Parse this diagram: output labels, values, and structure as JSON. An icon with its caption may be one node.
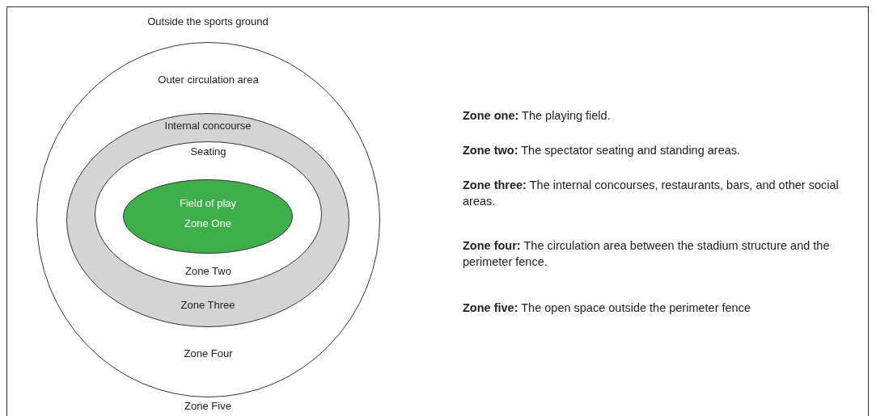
{
  "diagram": {
    "nodes": [
      {
        "text": [
          "Outside the sports ground",
          "Zone Five"
        ]
      },
      {
        "text": [
          "Outer circulation area",
          "Zone Four"
        ],
        "in": 0
      },
      {
        "text": [
          "Internal concourse",
          "Zone Three"
        ],
        "in": 1
      },
      {
        "text": [
          "Seating",
          "Zone Two"
        ],
        "in": 2
      },
      {
        "text": [
          "Field of play",
          "Zone One"
        ],
        "in": 3
      }
    ],
    "edges": [],
    "labels": [
      "**Zone one:** The playing field.",
      "**Zone two:** The spectator seating and standing areas.",
      "**Zone three:** The internal concourses, restaurants, bars, and other social areas.",
      "**Zone four:** The circulation area between the stadium structure and the perimeter fence.",
      "**Zone five:** The open space outside the perimeter fence"
    ]
  }
}
